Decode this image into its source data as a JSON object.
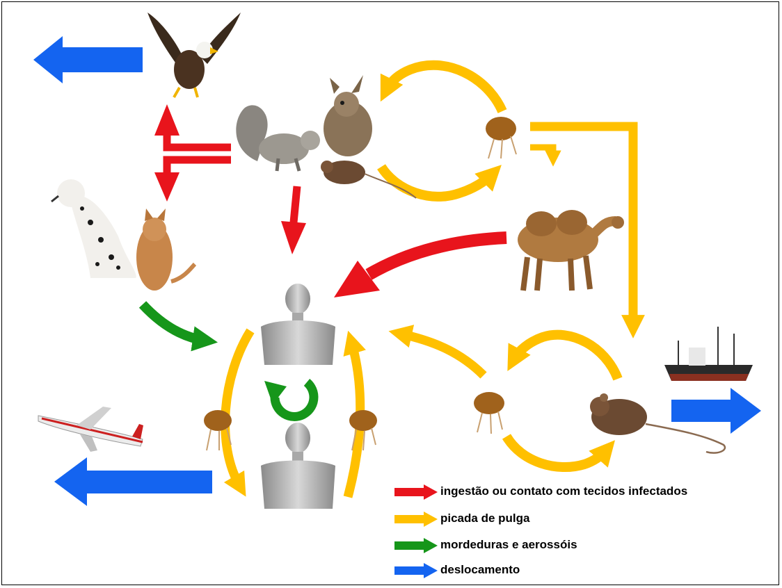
{
  "colors": {
    "ingestion": "#e8141c",
    "flea_bite": "#ffc000",
    "bite_aerosol": "#16961a",
    "movement": "#1464f0"
  },
  "nodes": [
    {
      "name": "eagle",
      "icon": "eagle-icon"
    },
    {
      "name": "squirrel",
      "icon": "squirrel-icon"
    },
    {
      "name": "rabbit",
      "icon": "rabbit-icon"
    },
    {
      "name": "mouse",
      "icon": "mouse-icon"
    },
    {
      "name": "flea",
      "icon": "flea-icon"
    },
    {
      "name": "camel",
      "icon": "camel-icon"
    },
    {
      "name": "dog",
      "icon": "dalmatian-dog-icon"
    },
    {
      "name": "cat",
      "icon": "cat-icon"
    },
    {
      "name": "human",
      "icon": "human-torso-icon"
    },
    {
      "name": "rat",
      "icon": "rat-icon"
    },
    {
      "name": "ship",
      "icon": "ship-icon"
    },
    {
      "name": "airplane",
      "icon": "airplane-icon"
    }
  ],
  "legend": {
    "items": [
      {
        "label": "ingestão ou contato com tecidos infectados",
        "color_key": "ingestion"
      },
      {
        "label": "picada de pulga",
        "color_key": "flea_bite"
      },
      {
        "label": "mordeduras e aerossóis",
        "color_key": "bite_aerosol"
      },
      {
        "label": "deslocamento",
        "color_key": "movement"
      }
    ]
  }
}
